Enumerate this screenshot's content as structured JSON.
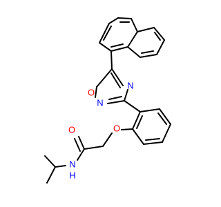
{
  "colors": {
    "bond": "#000000",
    "oxygen": "#ff0000",
    "nitrogen": "#0000ff",
    "background": "#ffffff"
  },
  "atoms": {
    "o_ring": "O",
    "n_ring_top": "N",
    "n_ring_bottom": "N",
    "o_ether": "O",
    "o_carbonyl": "O",
    "n_amide": "N",
    "h_amide": "H"
  }
}
